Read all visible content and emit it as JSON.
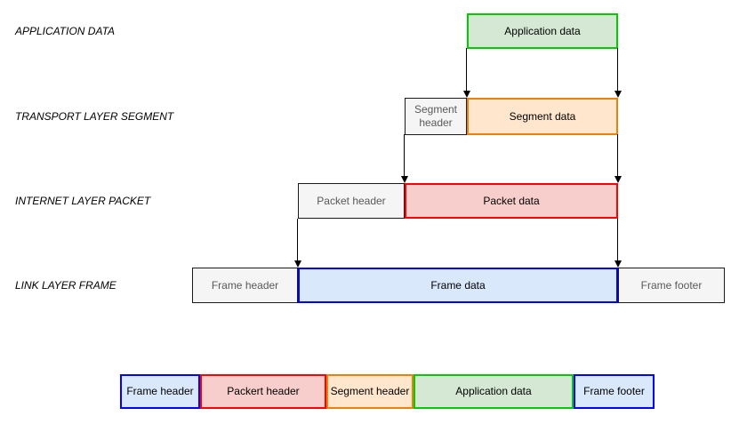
{
  "diagram": {
    "row_labels": [
      {
        "label": "APPLICATION DATA"
      },
      {
        "label": "TRANSPORT LAYER SEGMENT"
      },
      {
        "label": "INTERNET LAYER PACKET"
      },
      {
        "label": "LINK LAYER FRAME"
      }
    ],
    "application": {
      "data": "Application data"
    },
    "transport": {
      "header": "Segment header",
      "data": "Segment data"
    },
    "internet": {
      "header": "Packet header",
      "data": "Packet data"
    },
    "link": {
      "header": "Frame header",
      "data": "Frame data",
      "footer": "Frame footer"
    },
    "composite": {
      "segments": [
        {
          "label": "Frame header",
          "color": "blue"
        },
        {
          "label": "Packert header",
          "color": "red"
        },
        {
          "label": "Segment header",
          "color": "orange"
        },
        {
          "label": "Application data",
          "color": "green"
        },
        {
          "label": "Frame footer",
          "color": "blue"
        }
      ]
    },
    "colors": {
      "green_fill": "#d5e8d4",
      "green_stroke": "#00cc00",
      "orange_fill": "#ffe6cc",
      "orange_stroke": "#e8820c",
      "red_fill": "#f8cecc",
      "red_stroke": "#ff0000",
      "blue_fill": "#dae8fc",
      "blue_stroke": "#0000ff",
      "gray_fill": "#f5f5f5",
      "gray_stroke": "#1a1a1a",
      "arrow": "#000000"
    }
  }
}
